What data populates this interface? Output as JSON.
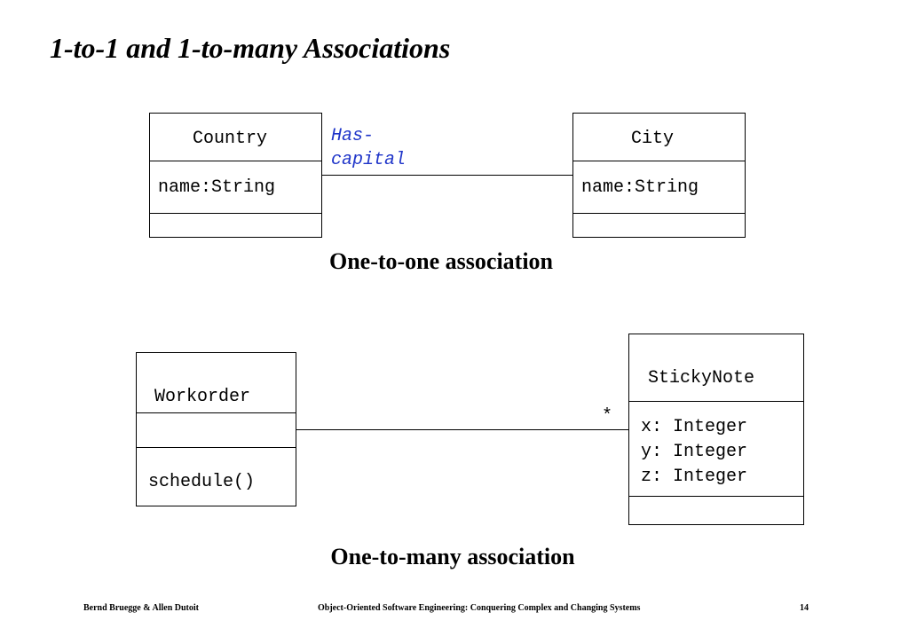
{
  "slide": {
    "title": "1-to-1 and 1-to-many Associations",
    "page_number": "14"
  },
  "one_to_one": {
    "left_class": {
      "name": "Country",
      "attribute": "name:String"
    },
    "right_class": {
      "name": "City",
      "attribute": "name:String"
    },
    "association_label_line1": "Has-",
    "association_label_line2": "capital",
    "caption": "One-to-one association"
  },
  "one_to_many": {
    "left_class": {
      "name": "Workorder",
      "operation": "schedule()"
    },
    "right_class": {
      "name": "StickyNote",
      "attributes": [
        "x: Integer",
        "y: Integer",
        "z: Integer"
      ]
    },
    "multiplicity": "*",
    "caption": "One-to-many association"
  },
  "footer": {
    "authors": "Bernd Bruegge & Allen Dutoit",
    "book": "Object-Oriented Software Engineering: Conquering Complex and Changing Systems"
  }
}
